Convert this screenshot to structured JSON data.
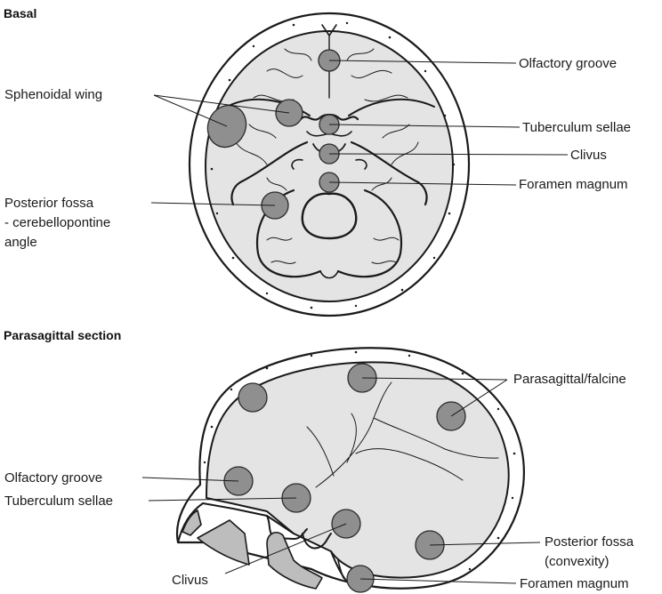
{
  "sections": {
    "basal_title": "Basal",
    "parasagittal_title": "Parasagittal section"
  },
  "basal_labels": {
    "olfactory_groove": "Olfactory groove",
    "sphenoidal_wing": "Sphenoidal wing",
    "tuberculum_sellae": "Tuberculum sellae",
    "clivus": "Clivus",
    "foramen_magnum": "Foramen magnum",
    "posterior_fossa_line1": "Posterior fossa",
    "posterior_fossa_line2": "- cerebellopontine",
    "posterior_fossa_line3": "angle"
  },
  "sagittal_labels": {
    "parasagittal_falcine": "Parasagittal/falcine",
    "olfactory_groove": "Olfactory groove",
    "tuberculum_sellae": "Tuberculum sellae",
    "clivus": "Clivus",
    "posterior_fossa_line1": "Posterior fossa",
    "posterior_fossa_line2": "(convexity)",
    "foramen_magnum": "Foramen magnum"
  },
  "colors": {
    "marker_fill": "#8f8f8f",
    "skull_fill": "#e4e4e4",
    "bone_shade": "#bdbdbd",
    "line": "#1a1a1a"
  }
}
